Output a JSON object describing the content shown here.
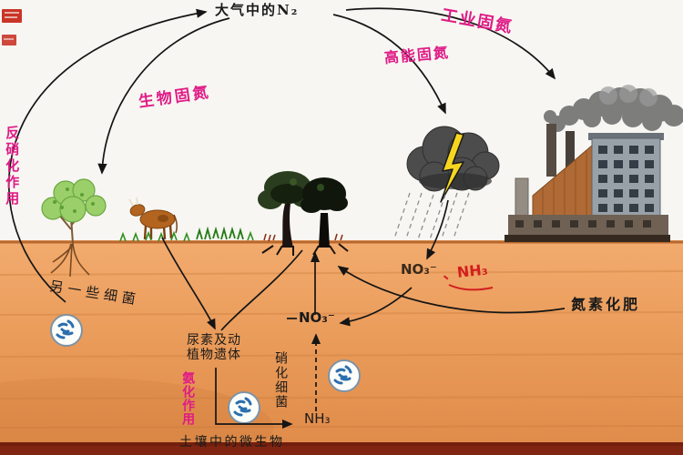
{
  "diagram": {
    "title": "大气中的N₂",
    "annotations": {
      "biological_fixation": "生物固氮",
      "lightning_fixation": "高能固氮",
      "industrial_fixation": "工业固氮",
      "denitrification": "反硝化作用",
      "ammonification": "氨化作用"
    },
    "labels": {
      "other_bacteria": "另一些细菌",
      "nitrogen_fertilizer": "氮素化肥",
      "rain_nitrate": "NO₃⁻",
      "rain_ammonia": "、NH₃",
      "urea_line1": "尿素及动",
      "urea_line2": "植物遗体",
      "soil_nitrate": "NO₃⁻",
      "nitrifying_bacteria": "硝化细菌",
      "soil_ammonia": "NH₃",
      "soil_microbes": "土壤中的微生物"
    },
    "colors": {
      "annotation_pink": "#df1b86",
      "highlight_red": "#d21f1f",
      "soil": "#eea064",
      "bottom_band": "#7e2410",
      "bacteria_blue": "#2a6fae",
      "lightning_yellow": "#f6d51f"
    }
  }
}
